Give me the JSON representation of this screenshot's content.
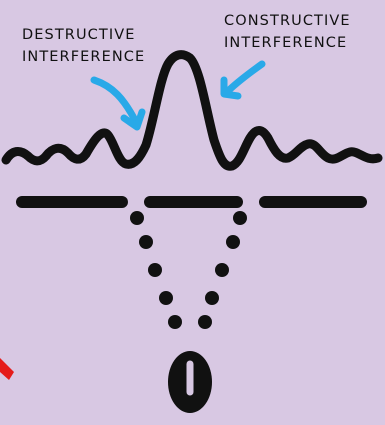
{
  "labels": {
    "destructive": {
      "line1": "DESTRUCTIVE",
      "line2": "INTERFERENCE"
    },
    "constructive": {
      "line1": "CONSTRUCTIVE",
      "line2": "INTERFERENCE"
    }
  },
  "colors": {
    "background": "#d8c8e3",
    "ink": "#111111",
    "arrow": "#29a9e8",
    "accent": "#e51b1b"
  }
}
